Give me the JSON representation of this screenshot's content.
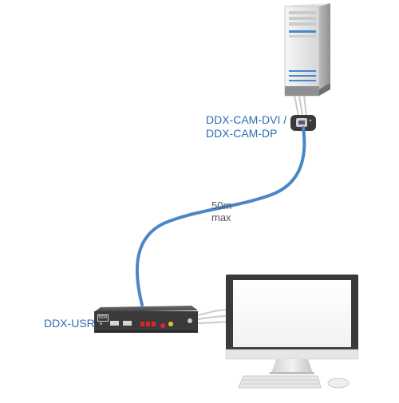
{
  "labels": {
    "dongle_line1": "DDX-CAM-DVI /",
    "dongle_line2": "DDX-CAM-DP",
    "distance_line1": "50m",
    "distance_line2": "max",
    "user_station": "DDX-USR",
    "device_logo": "DDX"
  },
  "colors": {
    "label_blue": "#2e6db4",
    "cable_blue": "#4a86c8",
    "device_dark": "#3a3a3c",
    "port_red": "#d8262c"
  },
  "icons": [
    "tower-pc-icon",
    "cam-dongle-icon",
    "kvm-extender-icon",
    "monitor-icon",
    "keyboard-icon",
    "mouse-icon"
  ]
}
